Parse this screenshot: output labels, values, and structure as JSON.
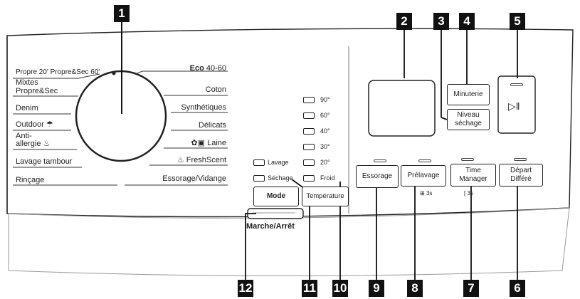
{
  "program_labels_left": {
    "propre": "Propre 20' Propre&Sec 60'",
    "mixtes_line1": "Mixtes",
    "mixtes_line2": "Propre&Sec",
    "denim": "Denim",
    "outdoor": "Outdoor",
    "antiallergie_line1": "Anti-",
    "antiallergie_line2": "allergie",
    "lavage_tambour": "Lavage tambour",
    "rincage": "Rinçage"
  },
  "program_labels_right": {
    "eco_bold": "Eco",
    "eco_rest": " 40-60",
    "coton": "Coton",
    "synthetiques": "Synthétiques",
    "delicats": "Délicats",
    "laine": "Laine",
    "freshscent": "FreshScent",
    "essorage_vidange": "Essorage/Vidange"
  },
  "temperature_options": [
    "90°",
    "60°",
    "40°",
    "30°",
    "20°",
    "Froid"
  ],
  "mode_options": {
    "lavage": "Lavage",
    "sechage": "Séchage"
  },
  "buttons": {
    "mode": "Mode",
    "temperature": "Température",
    "essorage": "Essorage",
    "prelavage": "Prélavage",
    "prelavage_hint": "3s",
    "time_manager_line1": "Time",
    "time_manager_line2": "Manager",
    "time_manager_hint": "3s",
    "depart_line1": "Départ",
    "depart_line2": "Différé",
    "minuterie": "Minuterie",
    "niveau_line1": "Niveau",
    "niveau_line2": "séchage",
    "start_pause_icon": "play-pause-icon",
    "marche_arret": "Marche/Arrêt"
  },
  "callouts": [
    "1",
    "2",
    "3",
    "4",
    "5",
    "6",
    "7",
    "8",
    "9",
    "10",
    "11",
    "12"
  ],
  "icons": {
    "outdoor": "outdoor-icon",
    "antiallergie": "antiallergie-icon",
    "laine": "laine-icon",
    "freshscent": "freshscent-icon"
  }
}
